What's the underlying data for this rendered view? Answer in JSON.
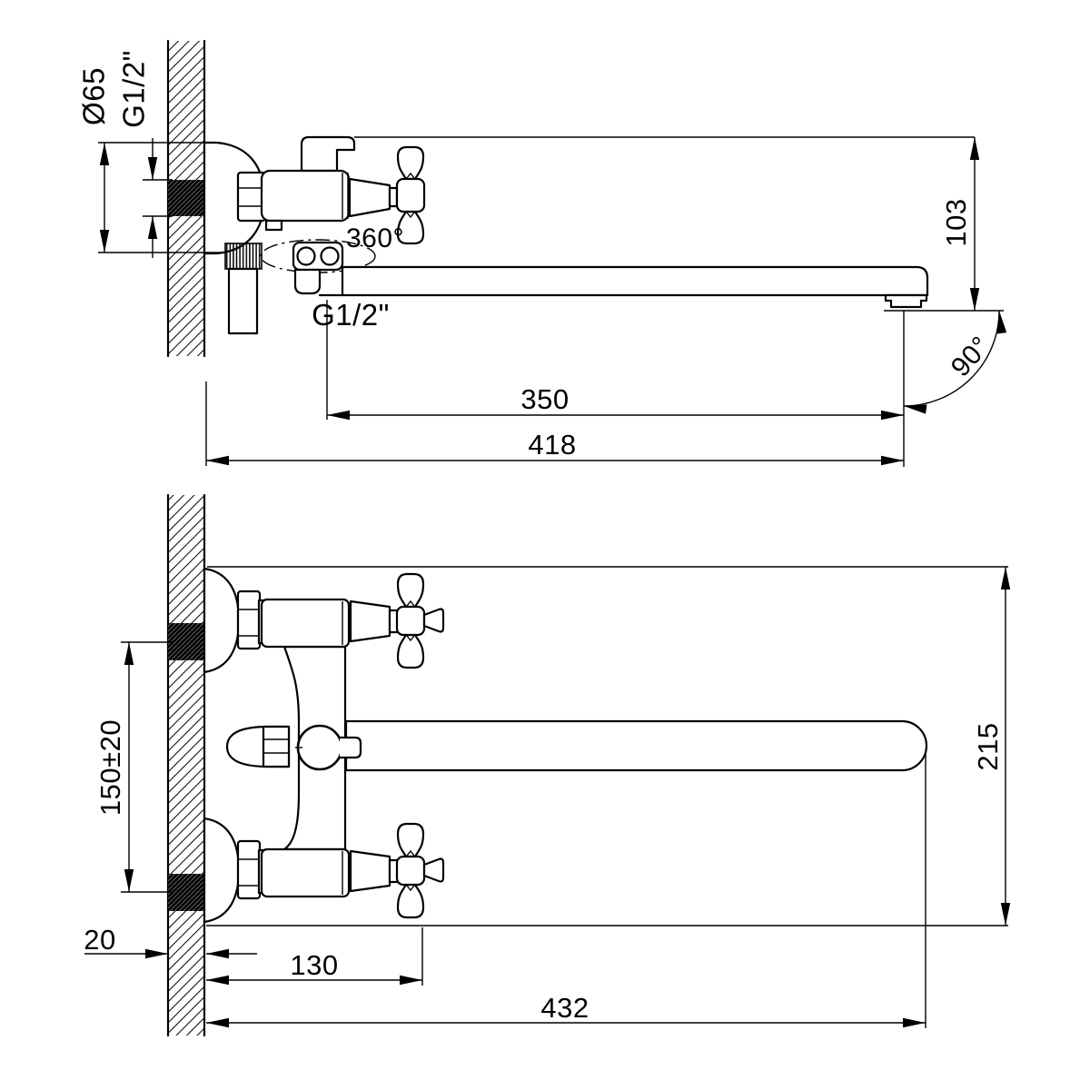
{
  "drawing": {
    "side_view": {
      "diameter_label": "Ø65",
      "wall_thread_label": "G1/2\"",
      "swivel_angle_label": "360°",
      "spout_thread_label": "G1/2\"",
      "spout_height_label": "103",
      "spout_swing_angle_label": "90°",
      "spout_reach_label": "350",
      "total_reach_label": "418"
    },
    "front_view": {
      "centers_distance_label": "150±20",
      "wall_thickness_label": "20",
      "body_length_label": "130",
      "total_length_label": "432",
      "total_height_label": "215"
    }
  }
}
